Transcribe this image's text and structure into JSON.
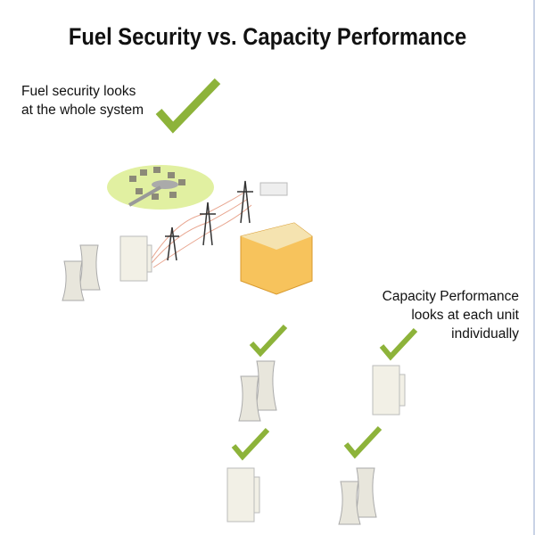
{
  "title": "Fuel Security vs. Capacity Performance",
  "fuel_security": {
    "line1": "Fuel security looks",
    "line2": "at the whole system"
  },
  "capacity_performance": {
    "line1": "Capacity Performance",
    "line2": "looks at each unit",
    "line3": "individually"
  },
  "colors": {
    "check": "#8db33a",
    "lines": "#e8a58f",
    "building": "#f7c35c",
    "grass": "#d9ec8a"
  }
}
